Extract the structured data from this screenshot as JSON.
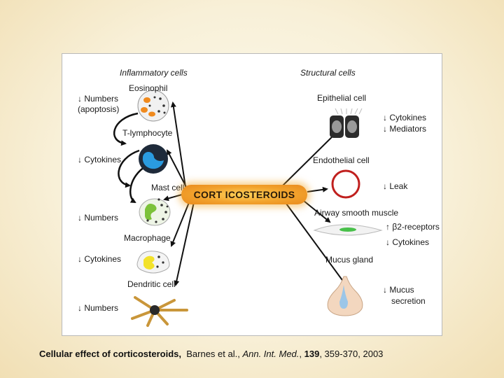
{
  "figure": {
    "left_header": "Inflammatory cells",
    "right_header": "Structural cells",
    "center_label": "CORT ICOSTEROIDS",
    "inflammatory_cells": [
      {
        "name": "Eosinophil",
        "effect_line1": "↓ Numbers",
        "effect_line2": "(apoptosis)"
      },
      {
        "name": "T-lymphocyte",
        "effect_line1": "↓ Cytokines"
      },
      {
        "name": "Mast cell",
        "effect_line1": "↓ Numbers"
      },
      {
        "name": "Macrophage",
        "effect_line1": "↓ Cytokines"
      },
      {
        "name": "Dendritic cell",
        "effect_line1": "↓ Numbers"
      }
    ],
    "structural_cells": [
      {
        "name": "Epithelial cell",
        "effect_line1": "↓ Cytokines",
        "effect_line2": "↓ Mediators"
      },
      {
        "name": "Endothelial cell",
        "effect_line1": "↓ Leak"
      },
      {
        "name": "Airway smooth muscle",
        "effect_line1": "↑ β2-receptors",
        "effect_line2": "↓ Cytokines"
      },
      {
        "name": "Mucus gland",
        "effect_line1": "↓ Mucus",
        "effect_line2": "secretion"
      }
    ]
  },
  "caption": {
    "title": "Cellular effect of corticosteroids,",
    "authors": "Barnes et al., ",
    "journal": "Ann. Int. Med.",
    "sep": ", ",
    "volume": "139",
    "pages": ", 359-370, 2003"
  }
}
